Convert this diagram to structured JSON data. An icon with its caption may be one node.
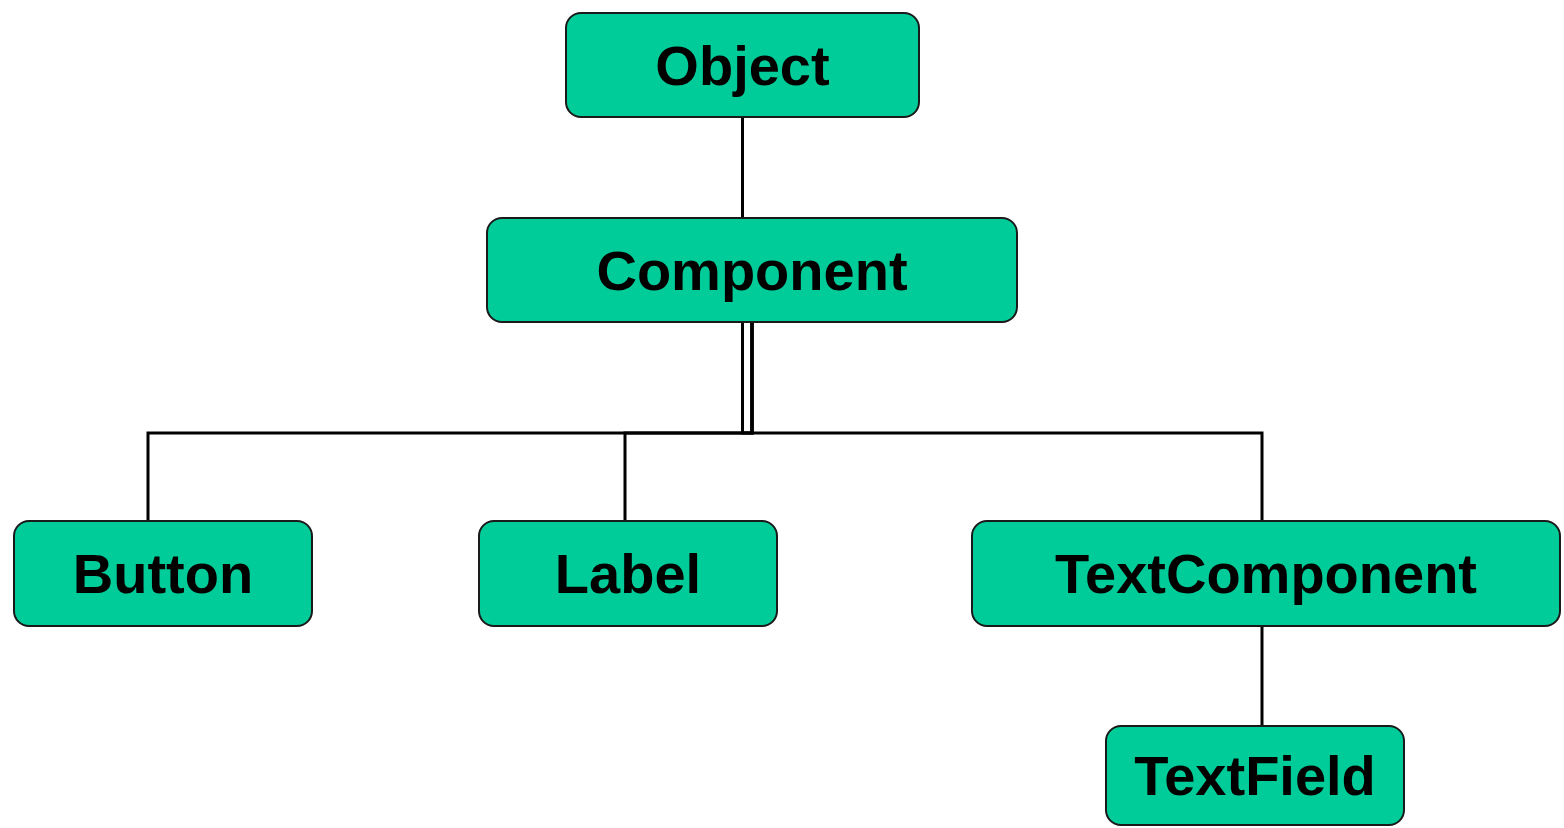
{
  "diagram": {
    "nodes": [
      {
        "text": [
          "Object"
        ]
      },
      {
        "text": [
          "Component"
        ]
      },
      {
        "text": [
          "Button"
        ]
      },
      {
        "text": [
          "Label"
        ]
      },
      {
        "text": [
          "TextComponent"
        ]
      },
      {
        "text": [
          "TextField"
        ]
      }
    ],
    "edges": [
      {
        "from": 0,
        "to": 1,
        "arrow": "none"
      },
      {
        "from": 1,
        "to": 2,
        "arrow": "none"
      },
      {
        "from": 1,
        "to": 3,
        "arrow": "none"
      },
      {
        "from": 1,
        "to": 4,
        "arrow": "none"
      },
      {
        "from": 4,
        "to": 5,
        "arrow": "none"
      }
    ]
  }
}
